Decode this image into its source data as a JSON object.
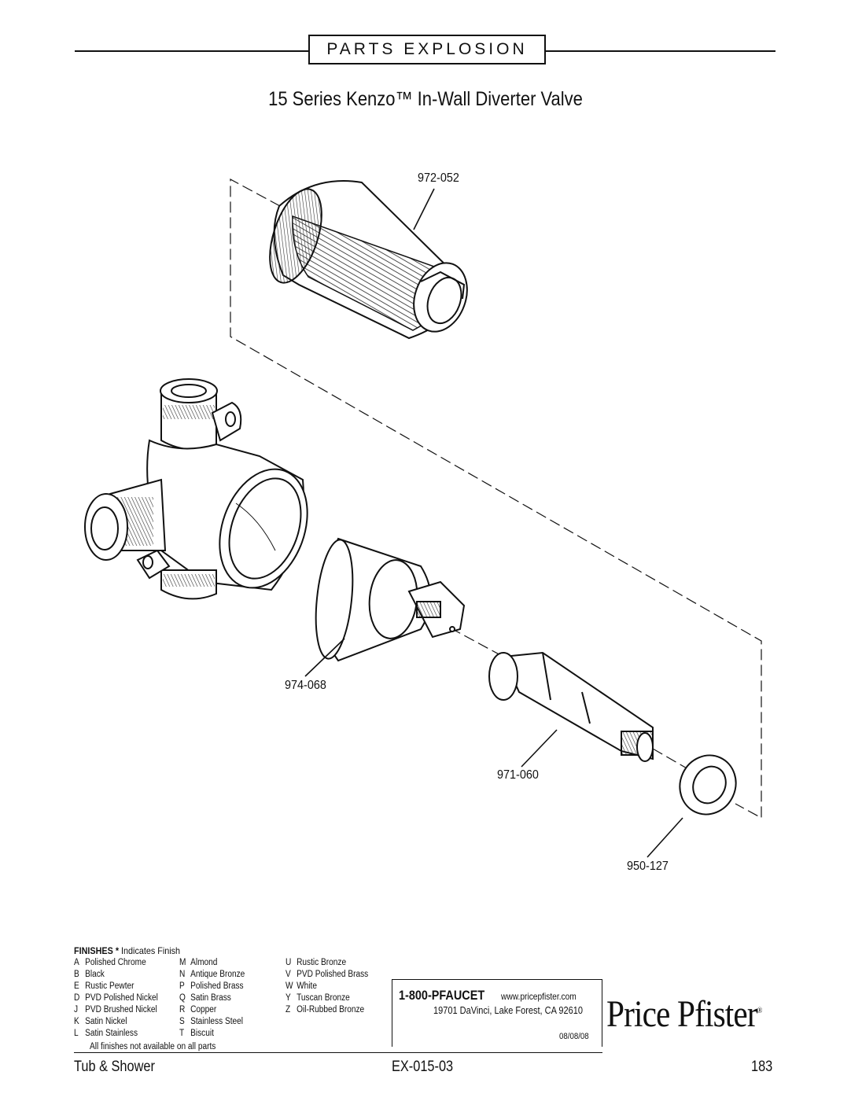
{
  "header": {
    "banner": "PARTS EXPLOSION"
  },
  "title": "15 Series Kenzo™ In-Wall Diverter Valve",
  "parts": [
    {
      "number": "972-052"
    },
    {
      "number": "974-068"
    },
    {
      "number": "971-060"
    },
    {
      "number": "950-127"
    }
  ],
  "finishes": {
    "title": "FINISHES",
    "marker": "*",
    "subtitle": "Indicates Finish",
    "columns": [
      [
        {
          "code": "A",
          "name": "Polished Chrome"
        },
        {
          "code": "B",
          "name": "Black"
        },
        {
          "code": "E",
          "name": "Rustic Pewter"
        },
        {
          "code": "D",
          "name": "PVD Polished Nickel"
        },
        {
          "code": "J",
          "name": "PVD Brushed Nickel"
        },
        {
          "code": "K",
          "name": "Satin Nickel"
        },
        {
          "code": "L",
          "name": "Satin Stainless"
        }
      ],
      [
        {
          "code": "M",
          "name": "Almond"
        },
        {
          "code": "N",
          "name": "Antique Bronze"
        },
        {
          "code": "P",
          "name": "Polished Brass"
        },
        {
          "code": "Q",
          "name": "Satin Brass"
        },
        {
          "code": "R",
          "name": "Copper"
        },
        {
          "code": "S",
          "name": "Stainless Steel"
        },
        {
          "code": "T",
          "name": "Biscuit"
        }
      ],
      [
        {
          "code": "U",
          "name": "Rustic Bronze"
        },
        {
          "code": "V",
          "name": "PVD Polished Brass"
        },
        {
          "code": "W",
          "name": "White"
        },
        {
          "code": "Y",
          "name": "Tuscan Bronze"
        },
        {
          "code": "Z",
          "name": "Oil-Rubbed Bronze"
        }
      ]
    ],
    "note": "All finishes not available on all parts"
  },
  "contact": {
    "phone": "1-800-PFAUCET",
    "website": "www.pricepfister.com",
    "address": "19701 DaVinci, Lake Forest, CA  92610",
    "date": "08/08/08"
  },
  "logo": {
    "text": "Price Pfister",
    "mark": "®"
  },
  "footer": {
    "left": "Tub & Shower",
    "center": "EX-015-03",
    "right": "183"
  }
}
